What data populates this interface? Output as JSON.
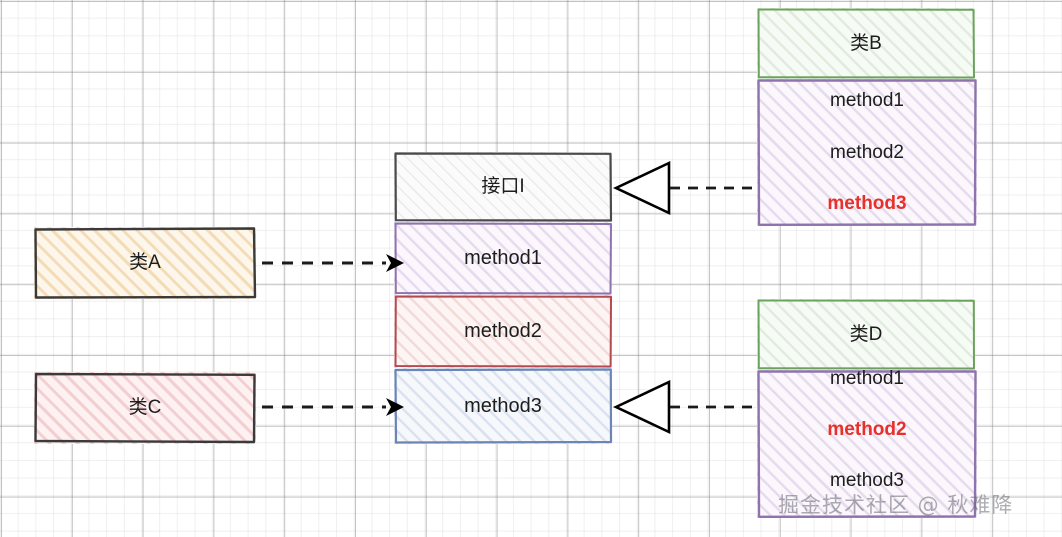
{
  "diagram": {
    "type": "uml-interface-segregation",
    "background": "graph-paper-grid",
    "watermark": "掘金技术社区 @ 秋难降"
  },
  "interface": {
    "name": "接口I",
    "header_border": "#4a4a4a",
    "methods": [
      {
        "label": "method1",
        "border": "#8e73ad"
      },
      {
        "label": "method2",
        "border": "#b4494f"
      },
      {
        "label": "method3",
        "border": "#6b86b5"
      }
    ]
  },
  "left_classes": [
    {
      "name": "类A",
      "fill": "orange",
      "border": "#3a3a3a"
    },
    {
      "name": "类C",
      "fill": "pink",
      "border": "#3a3a3a"
    }
  ],
  "right_classes": [
    {
      "name": "类B",
      "header_border": "#6ba35c",
      "body_border": "#8e73ad",
      "methods": [
        {
          "label": "method1",
          "highlight": false
        },
        {
          "label": "method2",
          "highlight": false
        },
        {
          "label": "method3",
          "highlight": true
        }
      ]
    },
    {
      "name": "类D",
      "header_border": "#6ba35c",
      "body_border": "#8e73ad",
      "methods": [
        {
          "label": "method1",
          "highlight": false
        },
        {
          "label": "method2",
          "highlight": true
        },
        {
          "label": "method3",
          "highlight": false
        }
      ]
    }
  ],
  "connectors": [
    {
      "kind": "dependency-arrow",
      "from": "类A",
      "to": "method1",
      "style": "dashed-filled-arrow"
    },
    {
      "kind": "dependency-arrow",
      "from": "类C",
      "to": "method3",
      "style": "dashed-filled-arrow"
    },
    {
      "kind": "realization",
      "from": "类B",
      "to": "接口I",
      "style": "dashed-hollow-triangle"
    },
    {
      "kind": "realization",
      "from": "类D",
      "to": "method3",
      "style": "dashed-hollow-triangle"
    }
  ],
  "colors": {
    "highlight_red": "#e8302a",
    "green": "#6ba35c",
    "purple": "#8e73ad",
    "maroon": "#b4494f",
    "blue": "#6b86b5",
    "ink": "#1d1d1d"
  }
}
